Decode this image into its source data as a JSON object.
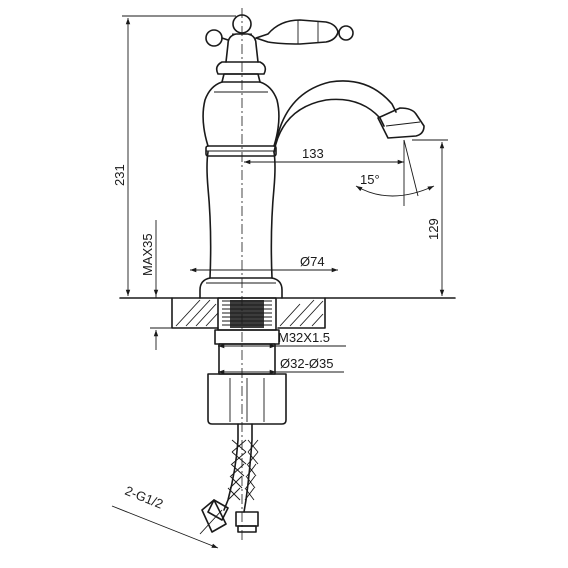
{
  "dimensions": {
    "total_height": "231",
    "spout_reach": "133",
    "spout_angle": "15°",
    "spout_height": "129",
    "max_deck_thickness": "MAX35",
    "base_diameter": "Ø74",
    "thread": "M32X1.5",
    "hole_diameter": "Ø32-Ø35",
    "hose_connection": "2-G1/2"
  }
}
